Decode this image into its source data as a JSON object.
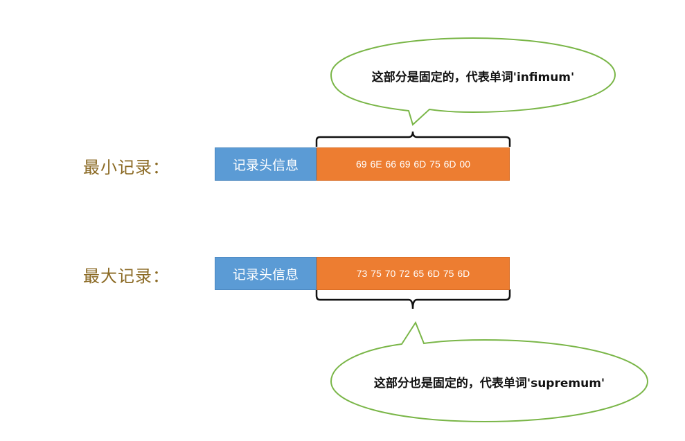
{
  "records": [
    {
      "label": "最小记录：",
      "header": "记录头信息",
      "bytes": "69 6E 66 69 6D 75 6D 00",
      "note": "这部分是固定的，代表单词'infimum'"
    },
    {
      "label": "最大记录：",
      "header": "记录头信息",
      "bytes": "73 75 70 72 65 6D 75 6D",
      "note": "这部分也是固定的，代表单词'supremum'"
    }
  ],
  "colors": {
    "header_fill": "#5b9bd5",
    "data_fill": "#ed7d31",
    "label_text": "#8b6a24",
    "callout_stroke": "#7ab648",
    "brace_stroke": "#111111"
  }
}
